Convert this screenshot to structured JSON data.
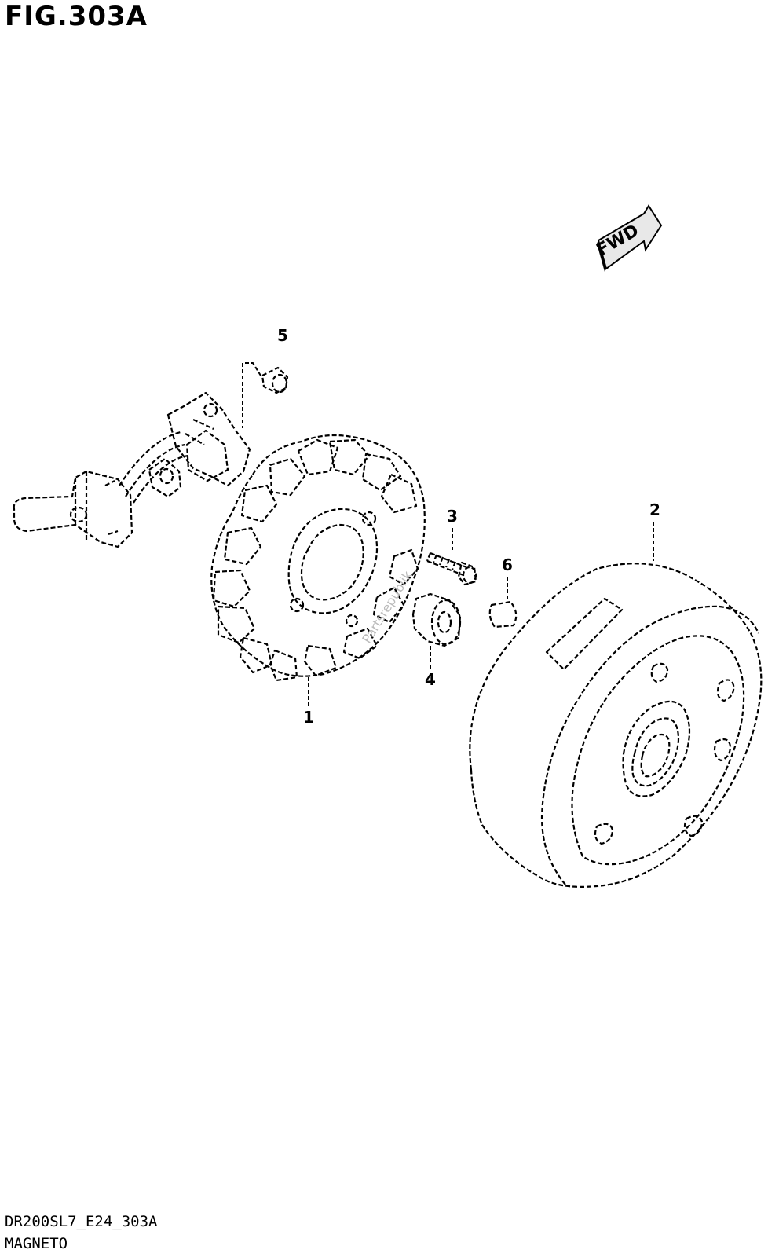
{
  "figure": {
    "title": "FIG.303A"
  },
  "direction_marker": {
    "label": "FWD",
    "icon": "forward-arrow-icon"
  },
  "callouts": [
    {
      "id": "callout-1",
      "label": "1"
    },
    {
      "id": "callout-2",
      "label": "2"
    },
    {
      "id": "callout-3",
      "label": "3"
    },
    {
      "id": "callout-4",
      "label": "4"
    },
    {
      "id": "callout-5",
      "label": "5"
    },
    {
      "id": "callout-6",
      "label": "6"
    }
  ],
  "footer": {
    "drawing_code": "DR200SL7_E24_303A",
    "caption": "MAGNETO"
  },
  "watermark": {
    "text": "Partsrepublik"
  },
  "colors": {
    "ink": "#000000",
    "background": "#ffffff"
  }
}
